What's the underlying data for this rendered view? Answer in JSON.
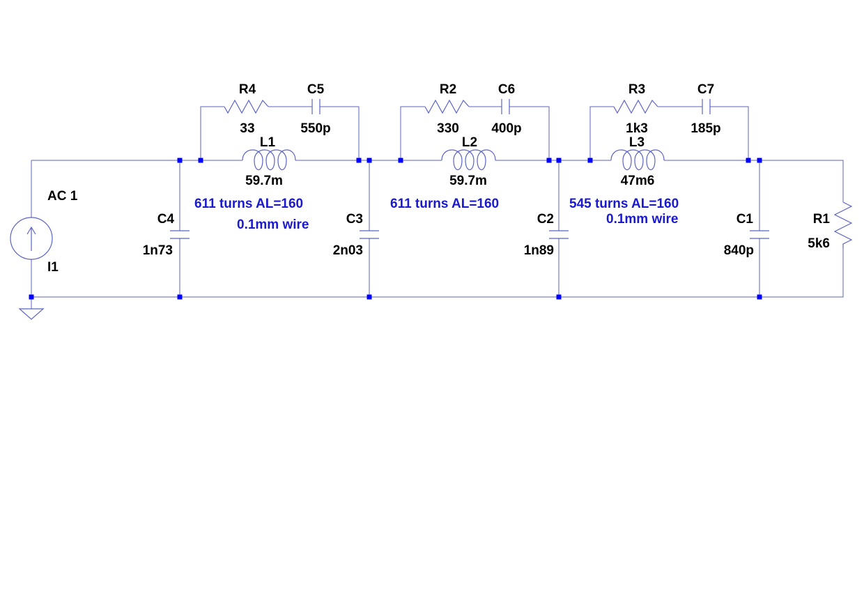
{
  "colors": {
    "wire": "#5b63c4",
    "node": "#0000ff",
    "label": "#000000",
    "comment": "#1a1acc",
    "background": "#ffffff"
  },
  "source": {
    "name": "I1",
    "value": "AC 1",
    "icon": "current-source-arrow-icon"
  },
  "ground": {
    "icon": "ground-icon"
  },
  "components": {
    "R4": {
      "name": "R4",
      "value": "33"
    },
    "C5": {
      "name": "C5",
      "value": "550p"
    },
    "L1": {
      "name": "L1",
      "value": "59.7m"
    },
    "R2": {
      "name": "R2",
      "value": "330"
    },
    "C6": {
      "name": "C6",
      "value": "400p"
    },
    "L2": {
      "name": "L2",
      "value": "59.7m"
    },
    "R3": {
      "name": "R3",
      "value": "1k3"
    },
    "C7": {
      "name": "C7",
      "value": "185p"
    },
    "L3": {
      "name": "L3",
      "value": "47m6"
    },
    "C4": {
      "name": "C4",
      "value": "1n73"
    },
    "C3": {
      "name": "C3",
      "value": "2n03"
    },
    "C2": {
      "name": "C2",
      "value": "1n89"
    },
    "C1": {
      "name": "C1",
      "value": "840p"
    },
    "R1": {
      "name": "R1",
      "value": "5k6"
    }
  },
  "comments": {
    "l1_turns": "611 turns AL=160",
    "l1_wire": "0.1mm wire",
    "l2_turns": "611 turns AL=160",
    "l3_turns": "545 turns AL=160",
    "l3_wire": "0.1mm wire"
  }
}
